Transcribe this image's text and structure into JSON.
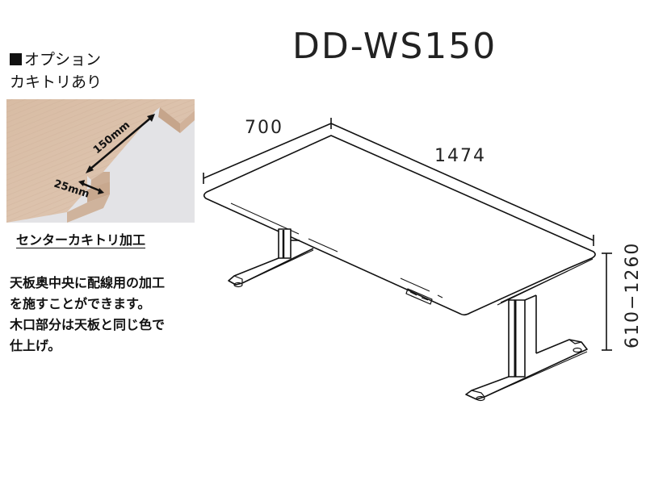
{
  "option": {
    "marker": "■",
    "title_line1": "オプション",
    "title_line2": "カキトリあり"
  },
  "photo": {
    "label_long": "150mm",
    "label_short": "25mm",
    "colors": {
      "wood": "#d9bfa8",
      "wood_edge": "#c8a88e",
      "background": "#e3e3e6"
    }
  },
  "caption": "センターカキトリ加工",
  "description": [
    "天板奥中央に配線用の加工",
    "を施すことができます。",
    "木口部分は天板と同じ色で",
    "仕上げ。"
  ],
  "model": "DD-WS150",
  "dimensions": {
    "depth": "700",
    "width": "1474",
    "height": "610−1260"
  }
}
